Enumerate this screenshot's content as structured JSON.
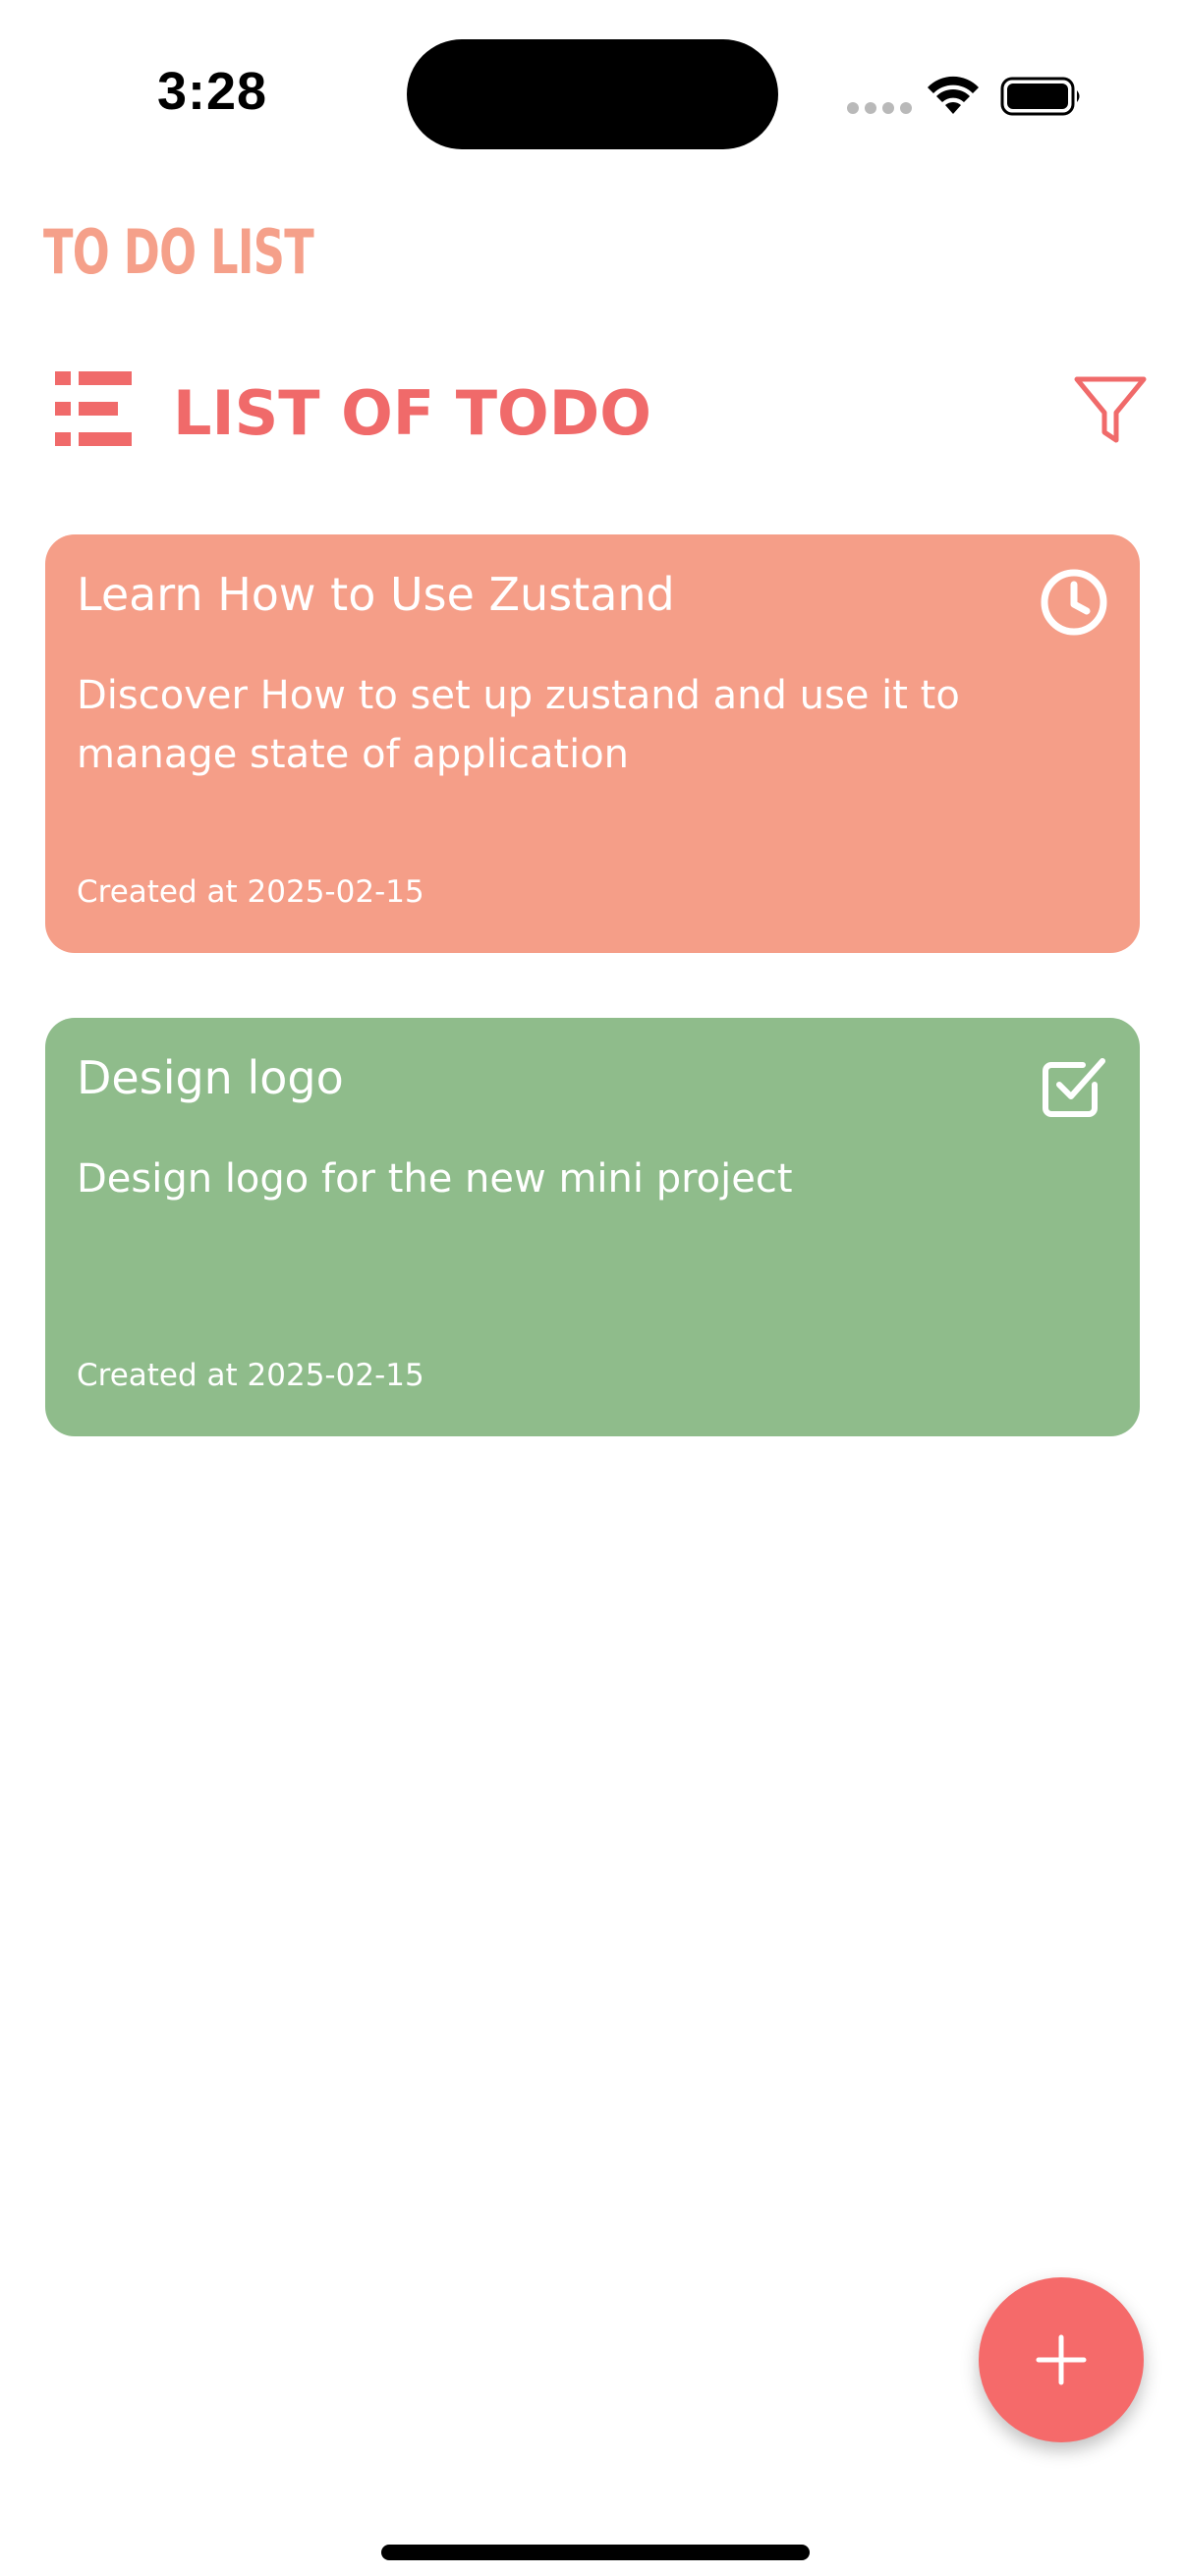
{
  "status_bar": {
    "time": "3:28",
    "wifi_icon": "wifi-icon",
    "battery_icon": "battery-icon"
  },
  "app": {
    "title": "TO DO LIST",
    "title_color": "#f5a08a"
  },
  "header": {
    "list_icon": "list-icon",
    "title": "LIST OF TODO",
    "accent_color": "#f06a6a",
    "filter_icon": "filter-icon"
  },
  "todos": [
    {
      "title": "Learn How to Use Zustand",
      "description": "Discover How to set up zustand and use it to manage state of application",
      "created": "Created at 2025-02-15",
      "status_icon": "clock-icon",
      "color": "#f59e88"
    },
    {
      "title": "Design logo",
      "description": "Design logo for the new mini project",
      "created": "Created at 2025-02-15",
      "status_icon": "checkbox-checked-icon",
      "color": "#8fbc8b"
    }
  ],
  "fab": {
    "icon": "plus-icon",
    "color": "#f56a6a"
  }
}
